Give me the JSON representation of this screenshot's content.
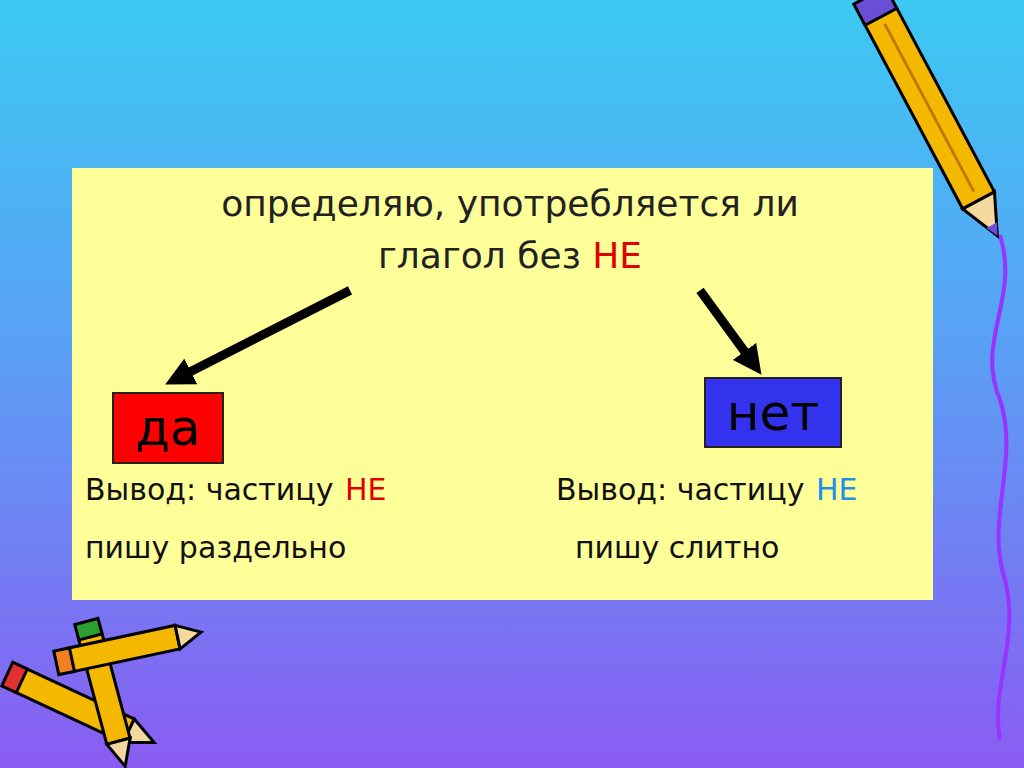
{
  "diagram": {
    "nodes": [
      {
        "text": [
          "определяю, употребляется ли глагол без",
          "НЕ"
        ]
      },
      {
        "text": [
          "да"
        ]
      },
      {
        "text": [
          "нет"
        ]
      }
    ],
    "edges": [
      {
        "from": 0,
        "to": 1,
        "arrow": "to"
      },
      {
        "from": 0,
        "to": 2,
        "arrow": "to"
      }
    ],
    "labels": [
      "Вывод: частицу",
      "НЕ",
      "пишу раздельно",
      "Вывод: частицу",
      "НЕ",
      "пишу слитно"
    ]
  }
}
